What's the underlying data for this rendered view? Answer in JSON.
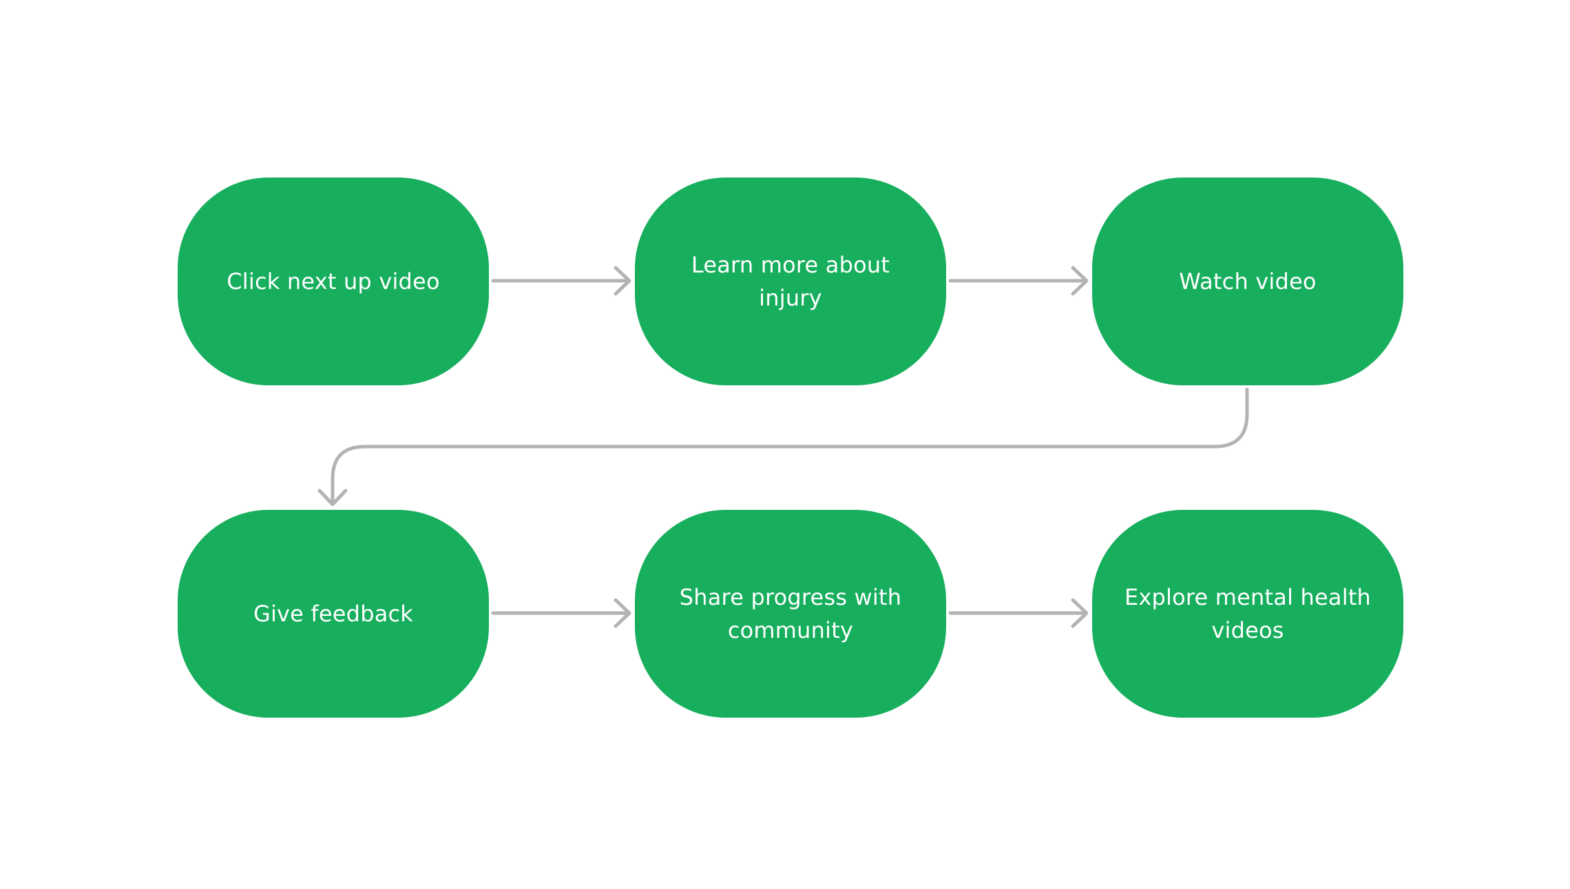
{
  "colors": {
    "node_fill": "#17ae5d",
    "node_text": "#ffffff",
    "connector": "#b3b3b3",
    "background": "#ffffff"
  },
  "nodes": [
    {
      "id": "click-next-up-video",
      "label": "Click next up video"
    },
    {
      "id": "learn-more-about-injury",
      "label": "Learn more about injury"
    },
    {
      "id": "watch-video",
      "label": "Watch video"
    },
    {
      "id": "give-feedback",
      "label": "Give feedback"
    },
    {
      "id": "share-progress-with-community",
      "label": "Share progress with community"
    },
    {
      "id": "explore-mental-health-videos",
      "label": "Explore mental health videos"
    }
  ],
  "edges": [
    {
      "from": "click-next-up-video",
      "to": "learn-more-about-injury"
    },
    {
      "from": "learn-more-about-injury",
      "to": "watch-video"
    },
    {
      "from": "watch-video",
      "to": "give-feedback"
    },
    {
      "from": "give-feedback",
      "to": "share-progress-with-community"
    },
    {
      "from": "share-progress-with-community",
      "to": "explore-mental-health-videos"
    }
  ]
}
